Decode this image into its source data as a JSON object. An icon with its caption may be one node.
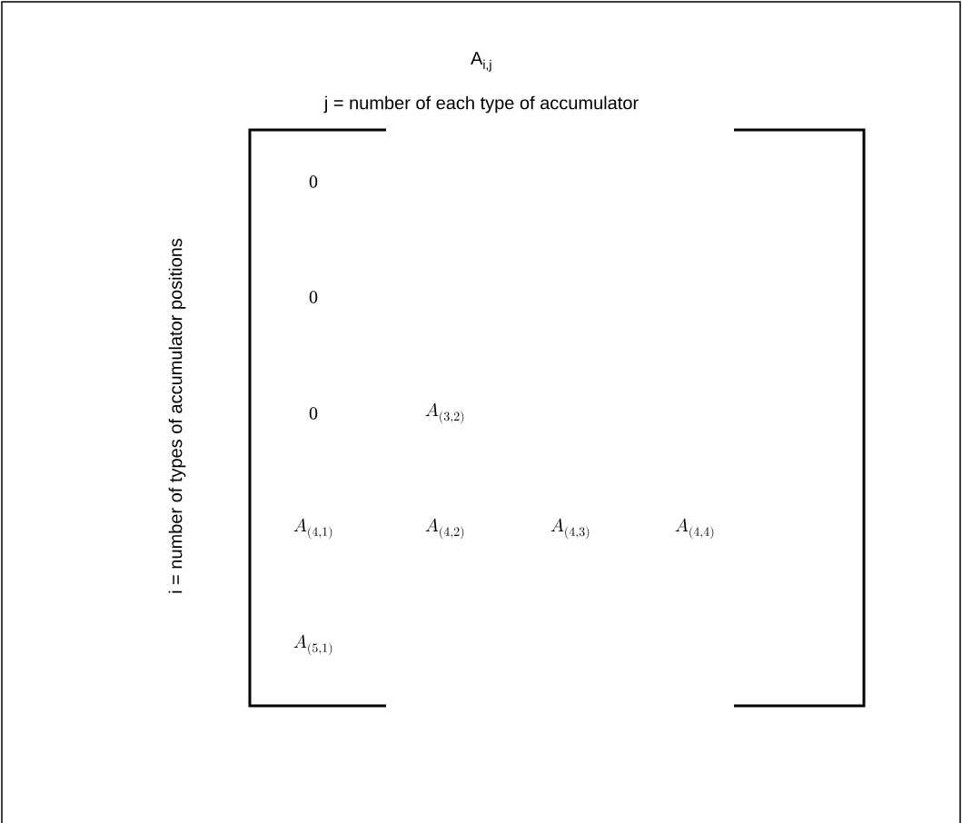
{
  "diagram": {
    "labels": [
      "A$_{i,j}$",
      "j = number of each type of accumulator",
      "i = number of types of accumulator positions",
      "0",
      "0",
      "0",
      "A_{(3,2)}",
      "A_{(4,1)}",
      "A_{(4,2)}",
      "A_{(4,3)}",
      "A_{(4,4)}",
      "A_{(5,1)}"
    ]
  }
}
